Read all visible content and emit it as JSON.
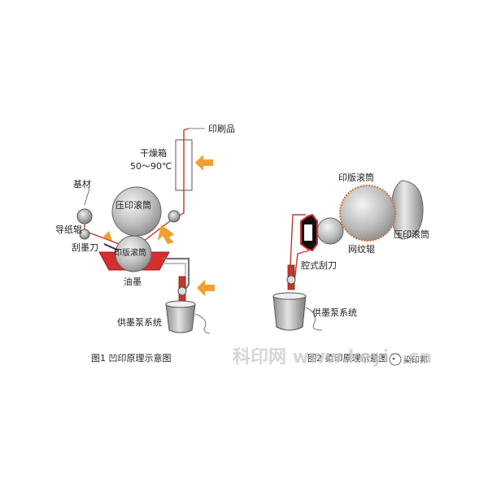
{
  "figure1": {
    "labels": {
      "printed_product": "印刷品",
      "dryer": "干燥箱",
      "dryer_temp": "50～90℃",
      "substrate": "基材",
      "impression_cylinder": "压印滚筒",
      "guide_roller": "导纸辊",
      "doctor_blade": "刮墨刀",
      "plate_cylinder": "印版滚筒",
      "ink": "油墨",
      "ink_supply": "供墨泵系统"
    },
    "caption": "图1  凹印原理示意图"
  },
  "figure2": {
    "labels": {
      "plate_cylinder": "印版滚筒",
      "impression_cylinder": "压印滚筒",
      "anilox_roller": "网纹辊",
      "chamber_blade": "腔式刮刀",
      "ink_supply": "供墨泵系统"
    },
    "caption": "图2  柔印原理示意图"
  },
  "watermark": {
    "text": "科印网 www.keyin.cn",
    "badge": "染印邦"
  },
  "colors": {
    "arrow": "#f0a030",
    "web": "#c0392b",
    "ink_tray": "#d32f2f",
    "roller_gray": "#b8b8b8",
    "plate_ring": "#c87530"
  }
}
